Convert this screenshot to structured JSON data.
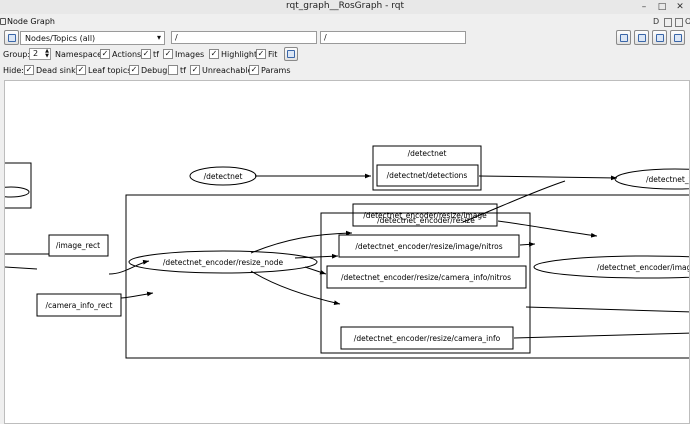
{
  "window": {
    "title": "rqt_graph__RosGraph - rqt"
  },
  "dock": {
    "title": "Node Graph",
    "right_labels": [
      "D",
      "O"
    ]
  },
  "toolbar": {
    "mode_combo": "Nodes/Topics (all)",
    "filter1": "/",
    "filter2": "/"
  },
  "options": {
    "group_label": "Group:",
    "group_value": "2",
    "namespaces": "Namespaces",
    "actions": "Actions",
    "tf": "tf",
    "images": "Images",
    "highlight": "Highlight",
    "fit": "Fit"
  },
  "hide": {
    "label": "Hide:",
    "dead_sinks": "Dead sinks",
    "leaf_topics": "Leaf topics",
    "debug": "Debug",
    "tf": "tf",
    "unreachable": "Unreachable",
    "params": "Params"
  },
  "graph": {
    "cluster_detectnet": "/detectnet",
    "cluster_resize_outer": "",
    "cluster_resize": "/detectnet_encoder/resize",
    "nodes": {
      "detectnet": "/detectnet",
      "detectnet_detections": "/detectnet/detections",
      "detectnet_v": "/detectnet_v",
      "image_rect": "/image_rect",
      "camera_info_rect": "/camera_info_rect",
      "resize_node": "/detectnet_encoder/resize_node",
      "resize_image": "/detectnet_encoder/resize/image",
      "resize_image_nitros": "/detectnet_encoder/resize/image/nitros",
      "resize_camera_info_nitros": "/detectnet_encoder/resize/camera_info/nitros",
      "resize_camera_info": "/detectnet_encoder/resize/camera_info",
      "encoder_image": "/detectnet_encoder/image_"
    }
  }
}
